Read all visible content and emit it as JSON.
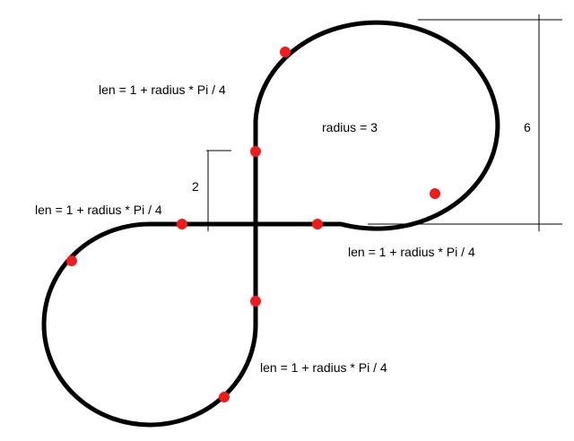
{
  "labels": {
    "len_top_left": "len = 1 + radius * Pi / 4",
    "len_mid_left": "len = 1 + radius * Pi / 4",
    "len_mid_right": "len = 1 + radius * Pi / 4",
    "len_bottom": "len = 1 + radius * Pi / 4",
    "radius": "radius = 3",
    "dim_six": "6",
    "dim_two": "2"
  },
  "colors": {
    "track": "#000000",
    "marker": "#ee1c1c",
    "background": "#ffffff"
  }
}
